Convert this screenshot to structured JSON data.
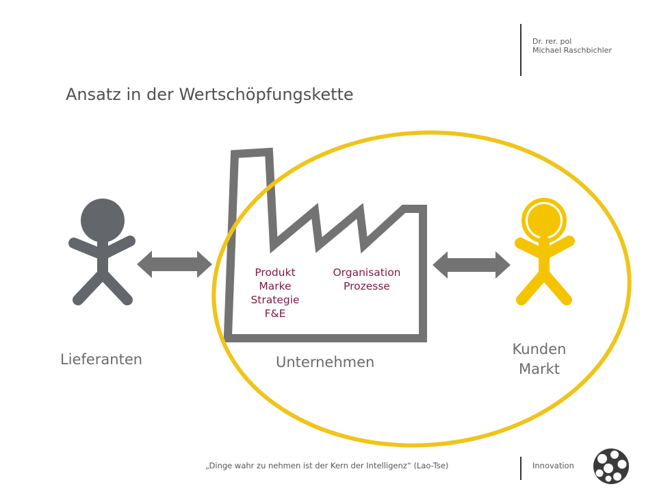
{
  "header": {
    "author_line1": "Dr. rer. pol",
    "author_line2": "Michael Raschbichler"
  },
  "title": "Ansatz in der Wertschöpfungskette",
  "diagram": {
    "supplier_label": "Lieferanten",
    "company_label": "Unternehmen",
    "customer_label_line1": "Kunden",
    "customer_label_line2": "Markt",
    "factory_left": [
      "Produkt",
      "Marke",
      "Strategie",
      "F&E"
    ],
    "factory_right": [
      "Organisation",
      "Prozesse"
    ],
    "colors": {
      "supplier": "#63666a",
      "customer": "#f5c400",
      "circle": "#f0c419",
      "factory": "#737373",
      "arrow": "#737373",
      "factory_text": "#7a1a45"
    }
  },
  "footer": {
    "quote": "„Dinge wahr zu nehmen ist der Kern der Intelligenz“ (Lao-Tse)",
    "tag": "Innovation",
    "logo_icon": "hexagon-pattern-logo"
  }
}
